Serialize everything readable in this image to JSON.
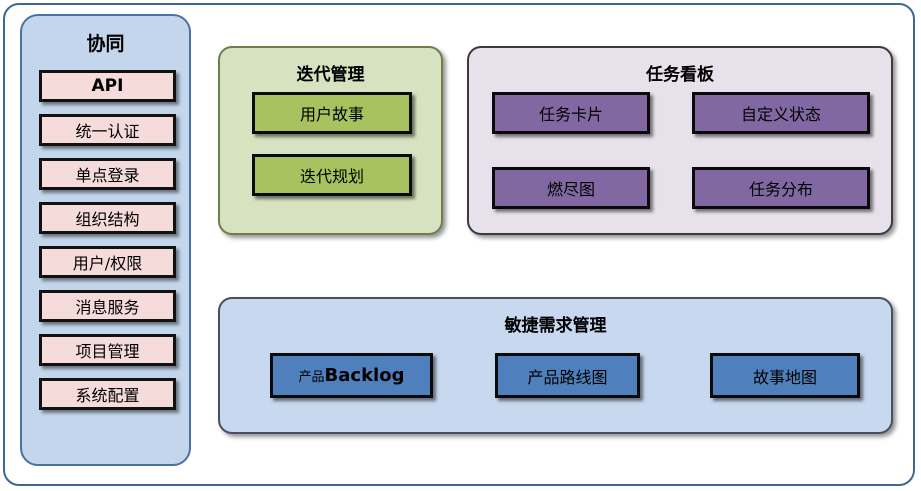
{
  "diagram": {
    "sidebar": {
      "title": "协同",
      "items": [
        {
          "label": "API"
        },
        {
          "label": "统一认证"
        },
        {
          "label": "单点登录"
        },
        {
          "label": "组织结构"
        },
        {
          "label": "用户/权限"
        },
        {
          "label": "消息服务"
        },
        {
          "label": "项目管理"
        },
        {
          "label": "系统配置"
        }
      ]
    },
    "panels": {
      "iteration": {
        "title": "迭代管理",
        "cards": [
          {
            "label": "用户故事"
          },
          {
            "label": "迭代规划"
          }
        ]
      },
      "taskboard": {
        "title": "任务看板",
        "cards": [
          {
            "label": "任务卡片"
          },
          {
            "label": "自定义状态"
          },
          {
            "label": "燃尽图"
          },
          {
            "label": "任务分布"
          }
        ]
      },
      "agile": {
        "title": "敏捷需求管理",
        "cards": [
          {
            "label_han": "产品",
            "label_latin": "Backlog"
          },
          {
            "label": "产品路线图"
          },
          {
            "label": "故事地图"
          }
        ]
      }
    },
    "colors": {
      "frame_border": "#3f6695",
      "sidebar_fill": "#c3d6ec",
      "sidebar_border": "#4a72a0",
      "sidebar_item_fill": "#f5dcda",
      "iteration_fill": "#d7e3c0",
      "iteration_border": "#6f7f4a",
      "iteration_card": "#a7c25e",
      "taskboard_fill": "#e7e1ec",
      "taskboard_border": "#3b3b3b",
      "taskboard_card": "#8268a2",
      "agile_fill": "#c7d8ef",
      "agile_border": "#46505e",
      "agile_card": "#4f80bd",
      "card_border": "#0a0a0a"
    }
  }
}
